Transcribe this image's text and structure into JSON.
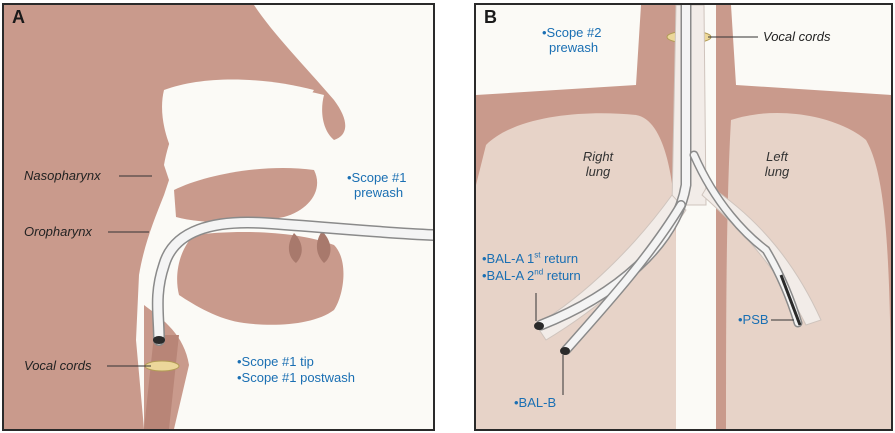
{
  "panel_a": {
    "letter": "A",
    "labels": {
      "nasopharynx": "Nasopharynx",
      "oropharynx": "Oropharynx",
      "vocal_cords": "Vocal cords",
      "scope1_prewash_line1": "•Scope #1",
      "scope1_prewash_line2": "prewash",
      "scope1_tip": "•Scope #1 tip",
      "scope1_postwash": "•Scope #1 postwash"
    }
  },
  "panel_b": {
    "letter": "B",
    "labels": {
      "scope2_prewash_line1": "•Scope #2",
      "scope2_prewash_line2": "prewash",
      "vocal_cords": "Vocal cords",
      "right_lung_line1": "Right",
      "right_lung_line2": "lung",
      "left_lung_line1": "Left",
      "left_lung_line2": "lung",
      "bal_a1_text": "•BAL-A 1",
      "bal_a1_sup": "st",
      "bal_a1_tail": " return",
      "bal_a2_text": "•BAL-A 2",
      "bal_a2_sup": "nd",
      "bal_a2_tail": " return",
      "bal_b": "•BAL-B",
      "psb": "•PSB"
    }
  },
  "colors": {
    "tissue": "#c99a8c",
    "tissue_dark": "#a8796c",
    "scope": "#f4f4f4",
    "scope_outline": "#8a8a8a",
    "vocal_cords": "#ecd79a",
    "label_blue": "#1a6fb3",
    "lung": "#e7d3c8"
  }
}
